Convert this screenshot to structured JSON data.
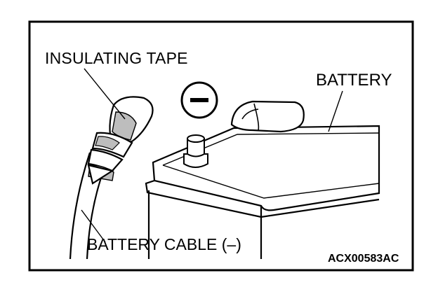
{
  "figure": {
    "labels": {
      "insulating_tape": "INSULATING TAPE",
      "battery": "BATTERY",
      "battery_cable": "BATTERY CABLE (–)",
      "figure_code": "ACX00583AC"
    },
    "icons": {
      "negative_terminal_symbol": "minus-circle-icon"
    },
    "colors": {
      "ink": "#000000",
      "paper": "#ffffff",
      "tape_shade": "#bdbdbd"
    }
  }
}
